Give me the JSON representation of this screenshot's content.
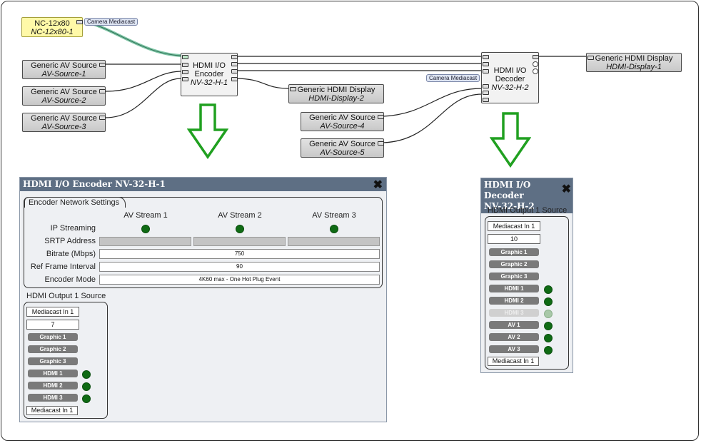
{
  "diagram": {
    "camera": {
      "name": "NC-12x80",
      "id": "NC-12x80-1",
      "badge": "Camera Mediacast"
    },
    "sources": [
      {
        "name": "Generic AV Source",
        "id": "AV-Source-1"
      },
      {
        "name": "Generic AV Source",
        "id": "AV-Source-2"
      },
      {
        "name": "Generic AV Source",
        "id": "AV-Source-3"
      },
      {
        "name": "Generic AV Source",
        "id": "AV-Source-4"
      },
      {
        "name": "Generic AV Source",
        "id": "AV-Source-5"
      }
    ],
    "encoder": {
      "line1": "HDMI I/O",
      "line2": "Encoder",
      "id": "NV-32-H-1"
    },
    "decoder": {
      "line1": "HDMI I/O",
      "line2": "Decoder",
      "id": "NV-32-H-2",
      "badge": "Camera Mediacast"
    },
    "displays": [
      {
        "name": "Generic HDMI Display",
        "id": "HDMI-Display-1"
      },
      {
        "name": "Generic HDMI Display",
        "id": "HDMI-Display-2"
      }
    ]
  },
  "encoder_panel": {
    "title": "HDMI I/O Encoder NV-32-H-1",
    "close": "✖",
    "network_tab": "Encoder Network Settings",
    "streams": [
      "AV Stream 1",
      "AV Stream 2",
      "AV Stream 3"
    ],
    "rows": {
      "ip_streaming": "IP Streaming",
      "srtp": "SRTP Address",
      "bitrate": "Bitrate (Mbps)",
      "ref_frame": "Ref Frame Interval",
      "mode": "Encoder Mode"
    },
    "bitrate_value": "750",
    "ref_frame_value": "90",
    "mode_value": "4K60 max - One Hot Plug Event",
    "output_label": "HDMI Output 1 Source",
    "output": {
      "top": "Mediacast In 1",
      "channel": "7",
      "buttons": [
        "Graphic 1",
        "Graphic 2",
        "Graphic 3",
        "HDMI 1",
        "HDMI 2",
        "HDMI 3"
      ],
      "bottom": "Mediacast In 1"
    }
  },
  "decoder_panel": {
    "title_line1": "HDMI I/O Decoder",
    "title_line2": "NV-32-H-2",
    "close": "✖",
    "output_label": "HDMI Output 1 Source",
    "output": {
      "top": "Mediacast In 1",
      "channel": "10",
      "buttons": [
        "Graphic 1",
        "Graphic 2",
        "Graphic 3",
        "HDMI 1",
        "HDMI 2",
        "HDMI 3",
        "AV 1",
        "AV 2",
        "AV 3"
      ],
      "bottom": "Mediacast In 1"
    }
  },
  "colors": {
    "title_bar": "#5e6f84",
    "arrow": "#20a020",
    "status_on": "#0f6b14",
    "camera_node": "#fff9a8",
    "mediacast_link": "#7cc4a4"
  }
}
